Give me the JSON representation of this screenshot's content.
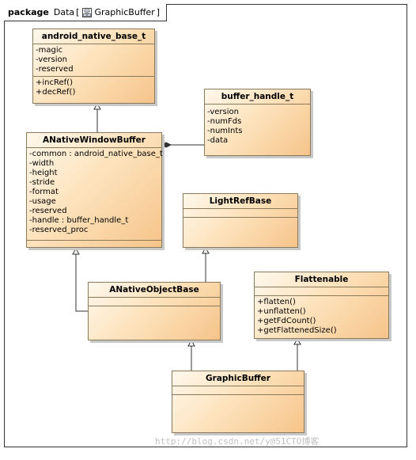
{
  "package": {
    "keyword": "package",
    "name": "Data",
    "diagram": "GraphicBuffer"
  },
  "classes": {
    "android_native_base_t": {
      "name": "android_native_base_t",
      "attributes": [
        "-magic",
        "-version",
        "-reserved"
      ],
      "operations": [
        "+incRef()",
        "+decRef()"
      ]
    },
    "buffer_handle_t": {
      "name": "buffer_handle_t",
      "attributes": [
        "-version",
        "-numFds",
        "-numInts",
        "-data"
      ]
    },
    "ANativeWindowBuffer": {
      "name": "ANativeWindowBuffer",
      "attributes": [
        "-common : android_native_base_t",
        "-width",
        "-height",
        "-stride",
        "-format",
        "-usage",
        "-reserved",
        "-handle : buffer_handle_t",
        "-reserved_proc"
      ]
    },
    "LightRefBase": {
      "name": "LightRefBase"
    },
    "ANativeObjectBase": {
      "name": "ANativeObjectBase"
    },
    "Flattenable": {
      "name": "Flattenable",
      "operations": [
        "+flatten()",
        "+unflatten()",
        "+getFdCount()",
        "+getFlattenedSize()"
      ]
    },
    "GraphicBuffer": {
      "name": "GraphicBuffer"
    }
  },
  "watermark": "http://blog.csdn.net/y@51CTO博客"
}
